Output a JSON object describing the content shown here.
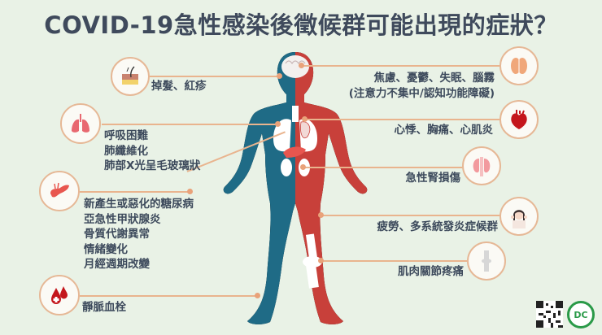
{
  "title": "COVID-19急性感染後徵候群可能出現的症狀？",
  "colors": {
    "background": "#e9f2e6",
    "title_text": "#3f4a5c",
    "body_left": "#1f6b86",
    "body_right": "#c8403a",
    "connector": "#e9b48e",
    "circle_border": "#e6b896"
  },
  "left_symptoms": [
    {
      "icon": "skin-hair-icon",
      "lines": [
        "掉髮、紅疹"
      ]
    },
    {
      "icon": "lungs-icon",
      "lines": [
        "呼吸困難",
        "肺纖維化",
        "肺部X光呈毛玻璃狀"
      ]
    },
    {
      "icon": "pancreas-icon",
      "lines": [
        "新產生或惡化的糖尿病",
        "亞急性甲狀腺炎",
        "骨質代謝異常",
        "情緒變化",
        "月經週期改變"
      ]
    },
    {
      "icon": "blood-drops-icon",
      "lines": [
        "靜脈血栓"
      ]
    }
  ],
  "right_symptoms": [
    {
      "icon": "brain-icon",
      "lines": [
        "焦慮、憂鬱、失眠、腦霧",
        "(注意力不集中/認知功能障礙)"
      ]
    },
    {
      "icon": "heart-icon",
      "lines": [
        "心悸、胸痛、心肌炎"
      ]
    },
    {
      "icon": "kidneys-icon",
      "lines": [
        "急性腎損傷"
      ]
    },
    {
      "icon": "fatigued-person-icon",
      "lines": [
        "疲勞、多系統發炎症候群"
      ]
    },
    {
      "icon": "knee-joint-icon",
      "lines": [
        "肌肉關節疼痛"
      ]
    }
  ],
  "footer": {
    "logo_text": "DC"
  }
}
